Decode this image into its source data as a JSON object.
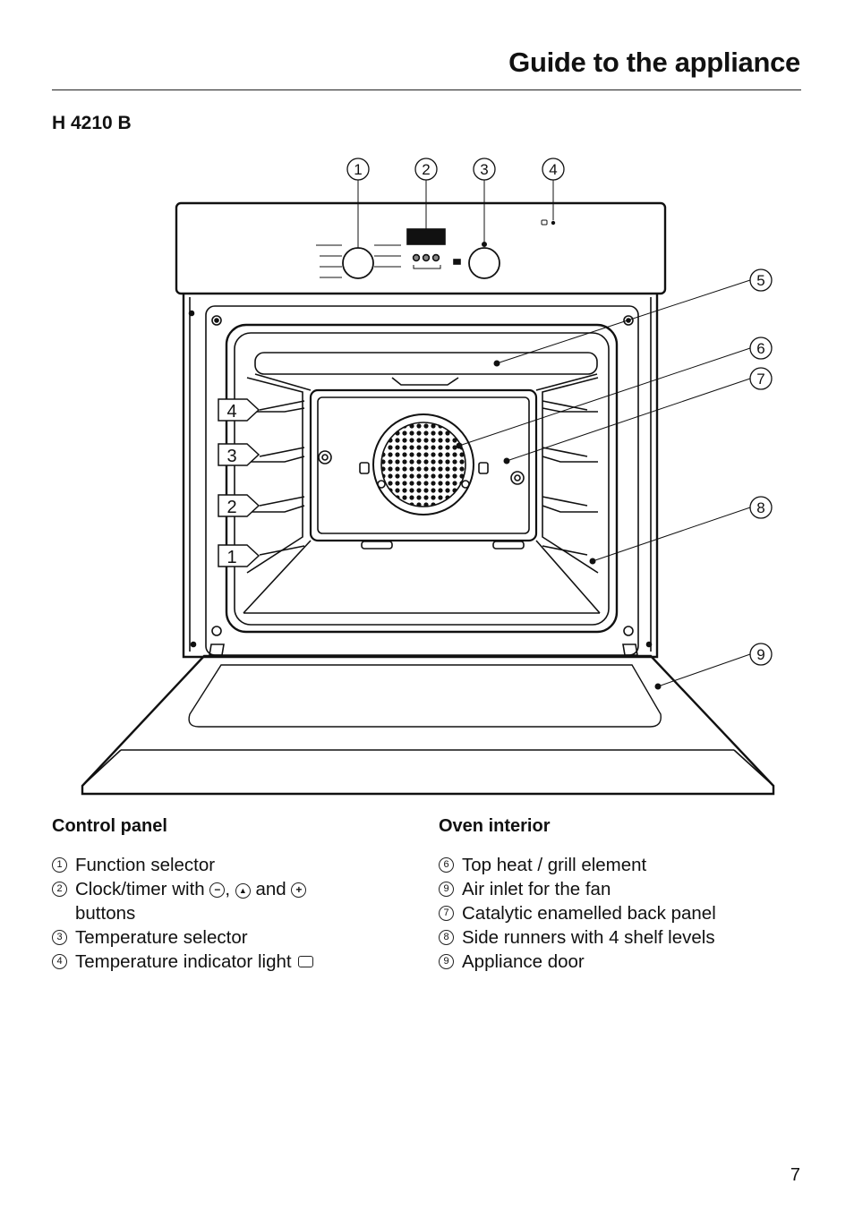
{
  "header": {
    "title": "Guide to the appliance"
  },
  "model": "H 4210 B",
  "diagram": {
    "callouts": [
      "1",
      "2",
      "3",
      "4",
      "5",
      "6",
      "7",
      "8",
      "9"
    ],
    "shelf_levels": [
      "4",
      "3",
      "2",
      "1"
    ]
  },
  "control_panel": {
    "heading": "Control panel",
    "items": [
      {
        "num": "1",
        "text": "Function selector"
      },
      {
        "num": "2",
        "text_before": "Clock/timer with",
        "sep1": ",",
        "and": "and",
        "text_after": "buttons",
        "icons": [
          "minus-button-icon",
          "up-button-icon",
          "plus-button-icon"
        ]
      },
      {
        "num": "3",
        "text": "Temperature selector"
      },
      {
        "num": "4",
        "text": "Temperature indicator light",
        "icon": "indicator-light-icon"
      }
    ]
  },
  "oven_interior": {
    "heading": "Oven interior",
    "items": [
      {
        "num": "6",
        "text": "Top heat / grill element"
      },
      {
        "num": "9",
        "text": "Air inlet for the fan"
      },
      {
        "num": "7",
        "text": "Catalytic enamelled back panel"
      },
      {
        "num": "8",
        "text": "Side runners with 4 shelf levels"
      },
      {
        "num": "9",
        "text": "Appliance door"
      }
    ]
  },
  "page_number": "7"
}
